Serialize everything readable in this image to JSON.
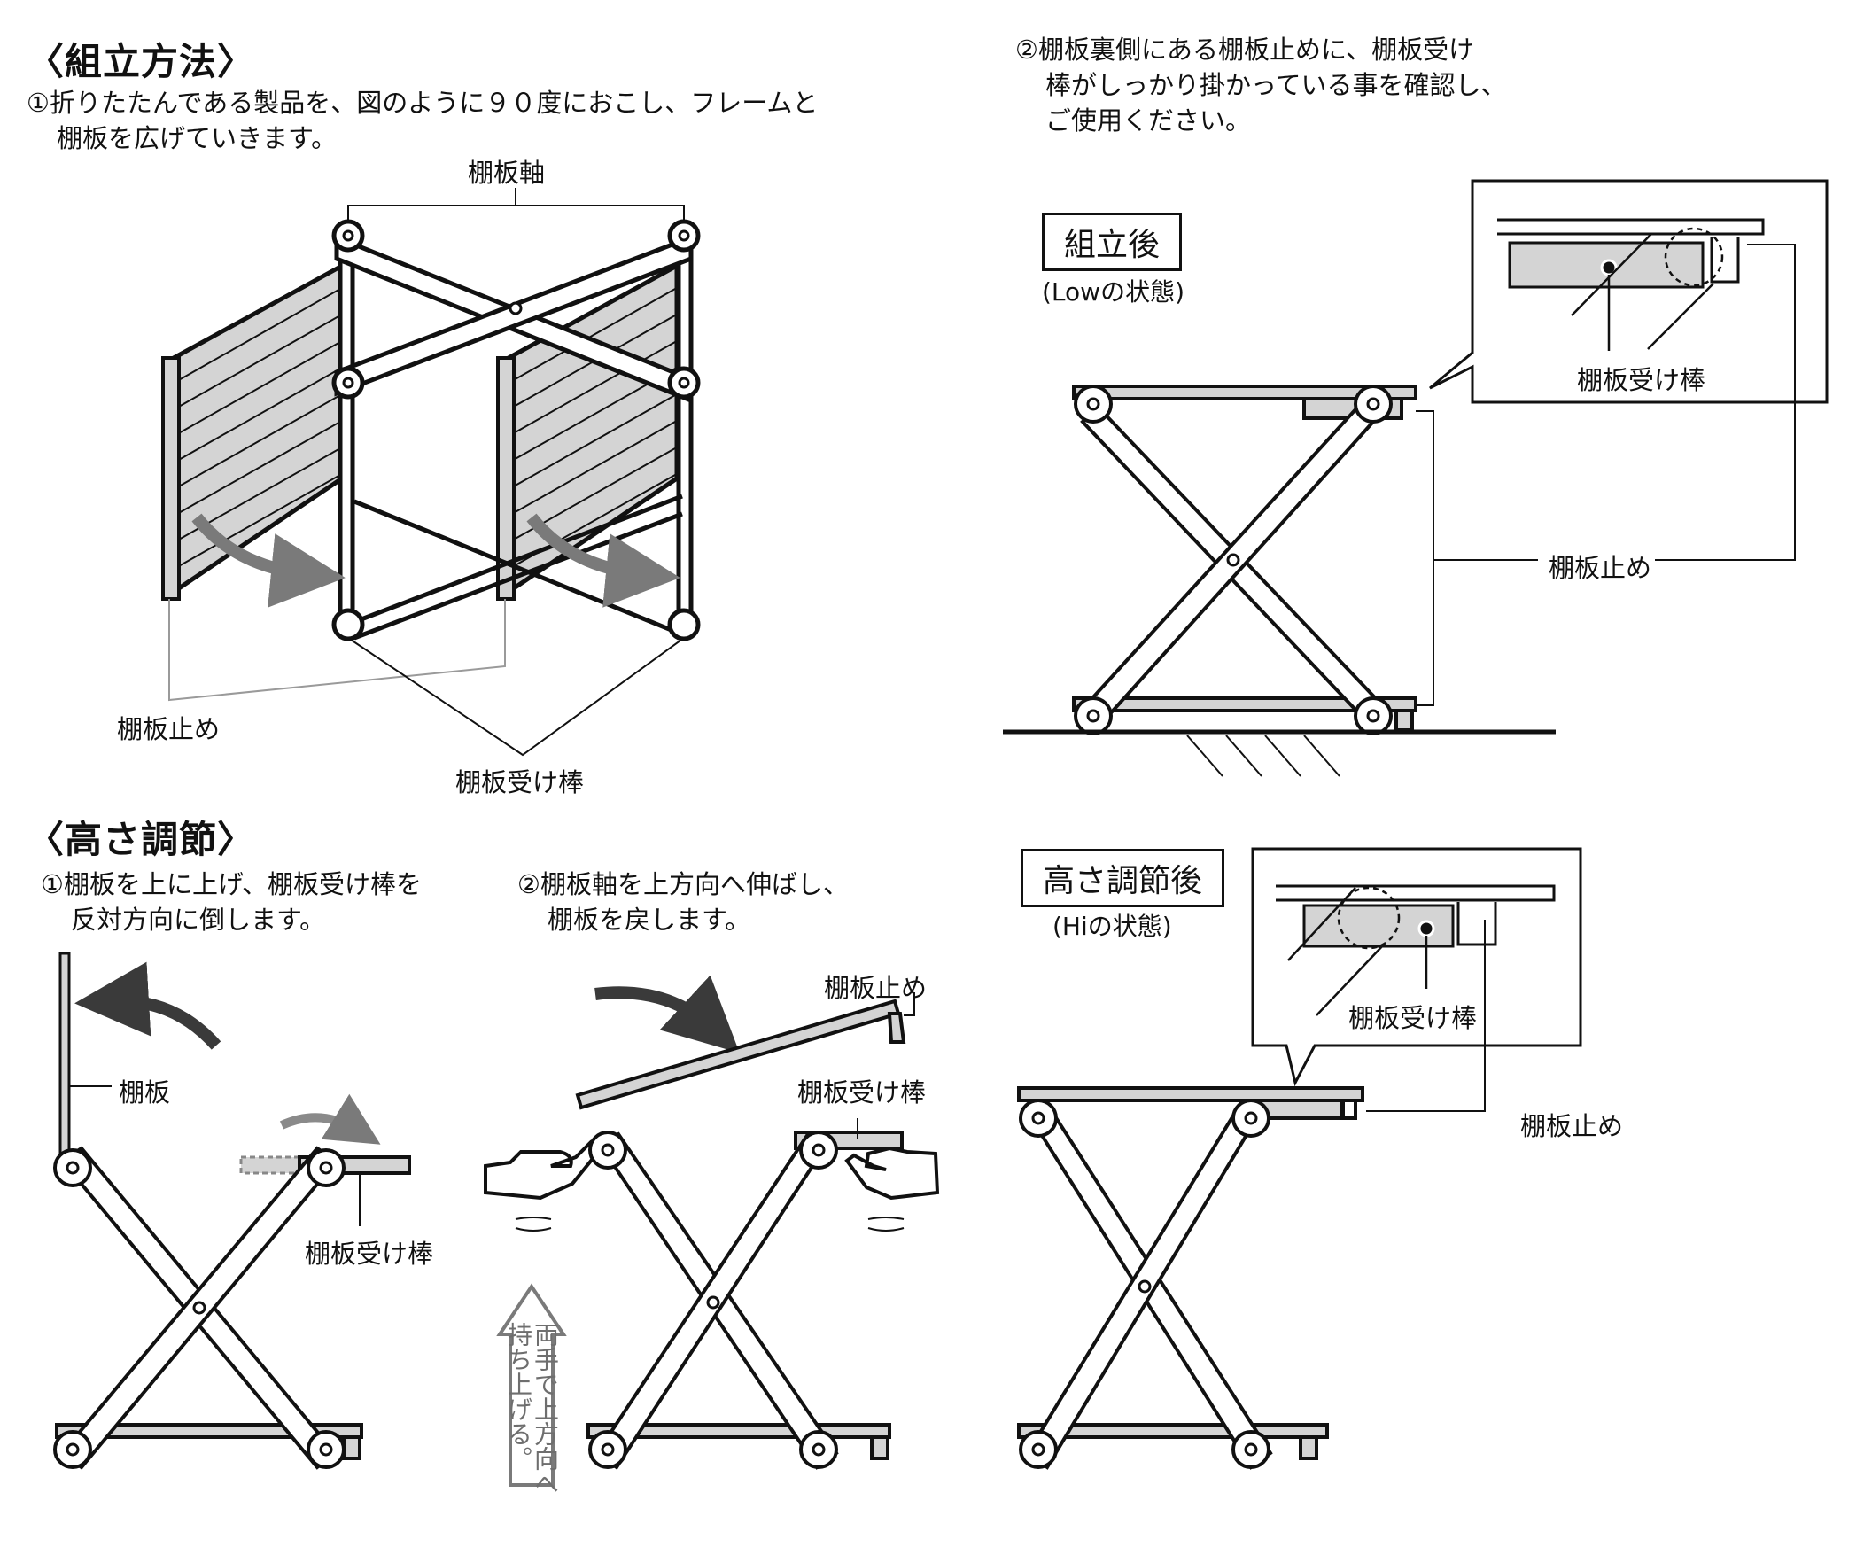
{
  "assembly": {
    "heading": "〈組立方法〉",
    "step1": {
      "line1": "①折りたたんである製品を、図のように９０度におこし、フレームと",
      "line2": "棚板を広げていきます。"
    },
    "step2": {
      "line1": "②棚板裏側にある棚板止めに、棚板受け",
      "line2": "棒がしっかり掛かっている事を確認し、",
      "line3": "ご使用ください。"
    },
    "figure1_labels": {
      "shelf_axis": "棚板軸",
      "shelf_stopper": "棚板止め",
      "shelf_support_bar": "棚板受け棒"
    },
    "after_assembly": {
      "title": "組立後",
      "state": "(Lowの状態)",
      "detail_label": "棚板受け棒",
      "stopper_label": "棚板止め"
    }
  },
  "height_adjust": {
    "heading": "〈高さ調節〉",
    "step1": {
      "line1": "①棚板を上に上げ、棚板受け棒を",
      "line2": "反対方向に倒します。",
      "labels": {
        "shelf": "棚板",
        "support_bar": "棚板受け棒"
      }
    },
    "step2": {
      "line1": "②棚板軸を上方向へ伸ばし、",
      "line2": "棚板を戻します。",
      "labels": {
        "stopper": "棚板止め",
        "support_bar": "棚板受け棒"
      },
      "arrow_text_col1": "両手で上方向へ",
      "arrow_text_col2": "持ち上げる。"
    },
    "after_adjust": {
      "title": "高さ調節後",
      "state": "(Hiの状態)",
      "detail_label": "棚板受け棒",
      "stopper_label": "棚板止め"
    }
  },
  "colors": {
    "line": "#111111",
    "panel_fill": "#d4d4d4",
    "arrow_gray": "#7a7a7a",
    "leader_gray": "#9a9a9a"
  }
}
